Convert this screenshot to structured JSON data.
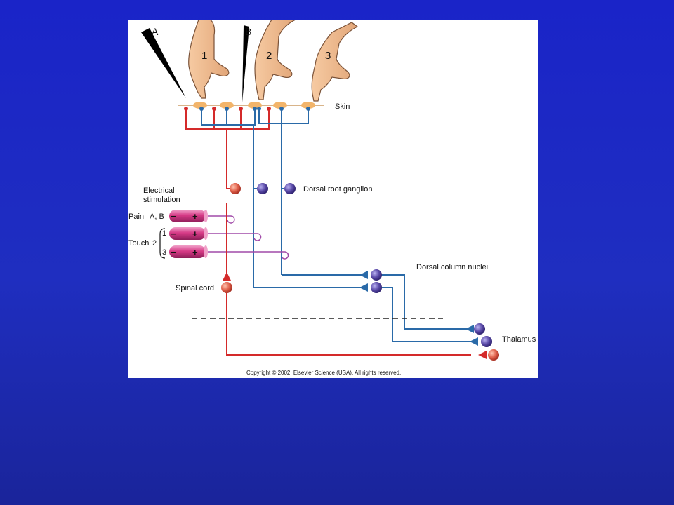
{
  "diagram": {
    "probe_labels": [
      "A",
      "B"
    ],
    "finger_labels": [
      "1",
      "2",
      "3"
    ],
    "skin_label": "Skin",
    "electrical_stimulation_label": [
      "Electrical",
      "stimulation"
    ],
    "pain_label": "Pain",
    "pain_sub": "A, B",
    "touch_label": "Touch",
    "touch_num": "2",
    "touch_bracket_1": "1",
    "touch_bracket_3": "3",
    "electrode_minus": "−",
    "electrode_plus": "+",
    "dorsal_root_ganglion_label": "Dorsal root ganglion",
    "dorsal_column_nuclei_label": "Dorsal column nuclei",
    "spinal_cord_label": "Spinal cord",
    "thalamus_label": "Thalamus",
    "copyright": "Copyright © 2002, Elsevier Science (USA). All rights reserved."
  },
  "colors": {
    "background": "#1c27c0",
    "pain_pathway": "#d42a2a",
    "touch_pathway": "#2a6aa8",
    "electrode": "#d63a86",
    "stim_wire": "#a04aa8",
    "neuron_touch": "#5a4aa8",
    "neuron_pain": "#e0604a"
  }
}
